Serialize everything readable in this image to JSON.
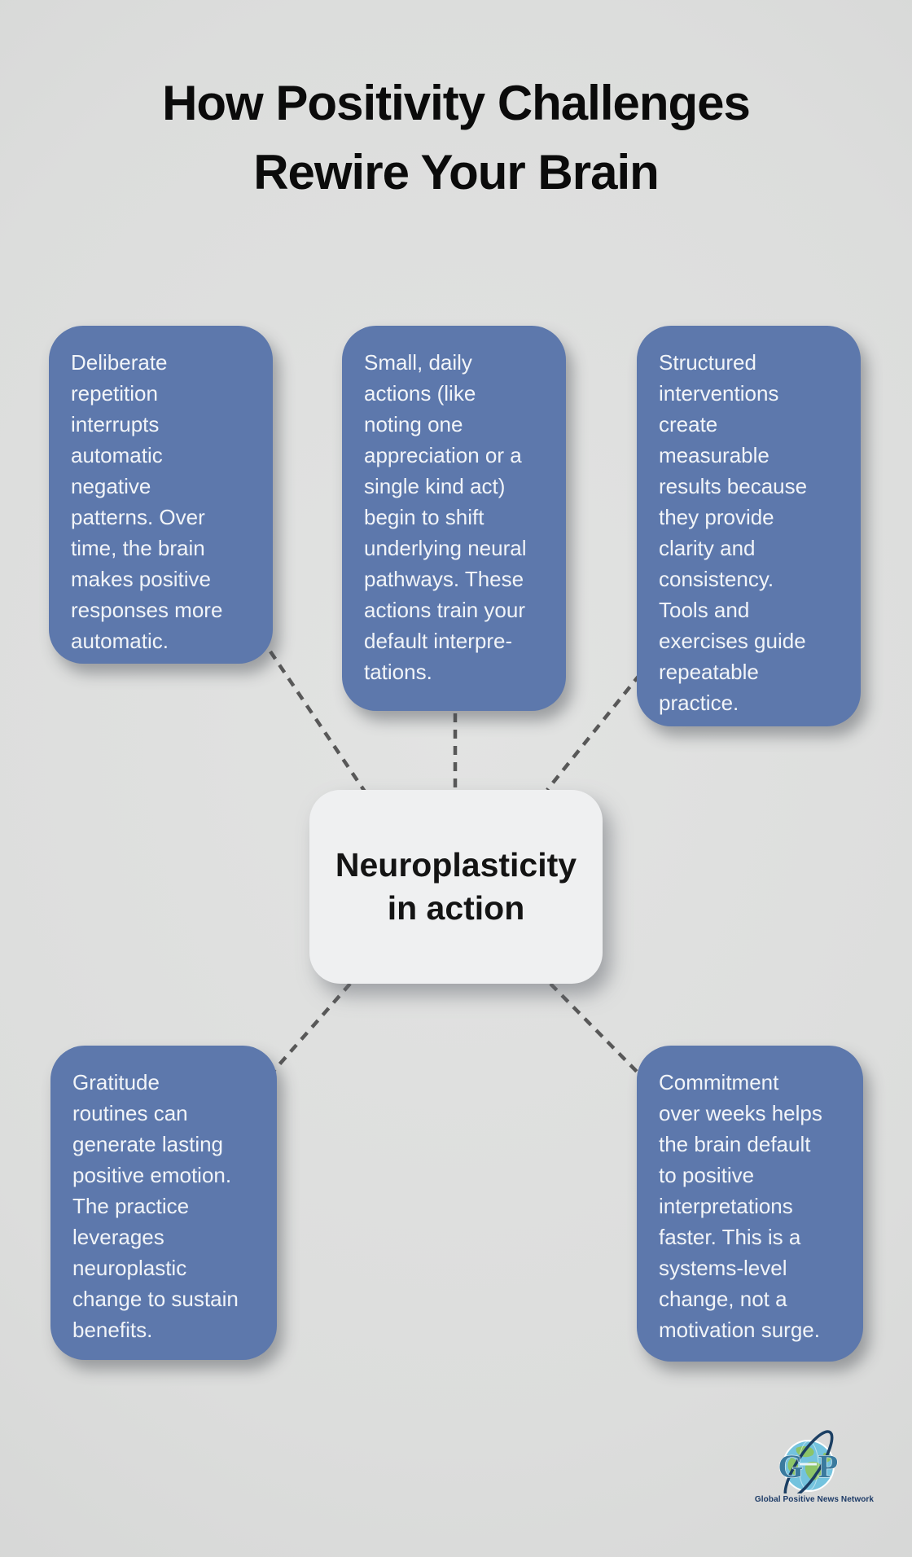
{
  "title": {
    "lines": [
      "How Positivity Challenges",
      "Rewire Your Brain"
    ]
  },
  "center_node": {
    "lines": [
      "Neuroplasticity",
      "in action"
    ]
  },
  "cards": [
    {
      "id": "deliberate-repetition",
      "position": "top-left",
      "lines": [
        "Deliberate",
        "repetition",
        "interrupts",
        "automatic",
        "negative",
        "patterns. Over",
        "time, the brain",
        "makes positive",
        "responses more",
        "automatic."
      ]
    },
    {
      "id": "small-daily-actions",
      "position": "top-middle",
      "lines": [
        "Small, daily",
        "actions (like",
        "noting one",
        "appreciation or a",
        "single kind act)",
        "begin to shift",
        "underlying neural",
        "pathways. These",
        "actions train your",
        "default interpre-",
        "tations."
      ]
    },
    {
      "id": "structured-interventions",
      "position": "top-right",
      "lines": [
        "Structured",
        "interventions",
        "create",
        "measurable",
        "results because",
        "they provide",
        "clarity and",
        "consistency.",
        "Tools and",
        "exercises guide",
        "repeatable",
        "practice."
      ]
    },
    {
      "id": "gratitude-routines",
      "position": "bottom-left",
      "lines": [
        "Gratitude",
        "routines can",
        "generate lasting",
        "positive emotion.",
        "The practice",
        "leverages",
        "neuroplastic",
        "change to sustain",
        "benefits."
      ]
    },
    {
      "id": "commitment-over-weeks",
      "position": "bottom-right",
      "lines": [
        "Commitment",
        "over weeks helps",
        "the brain default",
        "to positive",
        "interpretations",
        "faster. This is a",
        "systems-level",
        "change, not a",
        "motivation surge."
      ]
    }
  ],
  "logo": {
    "monogram_left": "G",
    "monogram_right": "P",
    "caption": "Global Positive News Network"
  },
  "colors": {
    "background": "#dcdddc",
    "card_fill": "#5d78ac",
    "card_text": "#f1f4f8",
    "center_fill": "#eff0f1",
    "center_text": "#141414",
    "title_text": "#0b0b0b",
    "connector": "#585858",
    "logo_navy": "#1c3a66",
    "logo_teal": "#3a7a9e",
    "globe_water": "#74c3de",
    "globe_land": "#8cc468"
  }
}
